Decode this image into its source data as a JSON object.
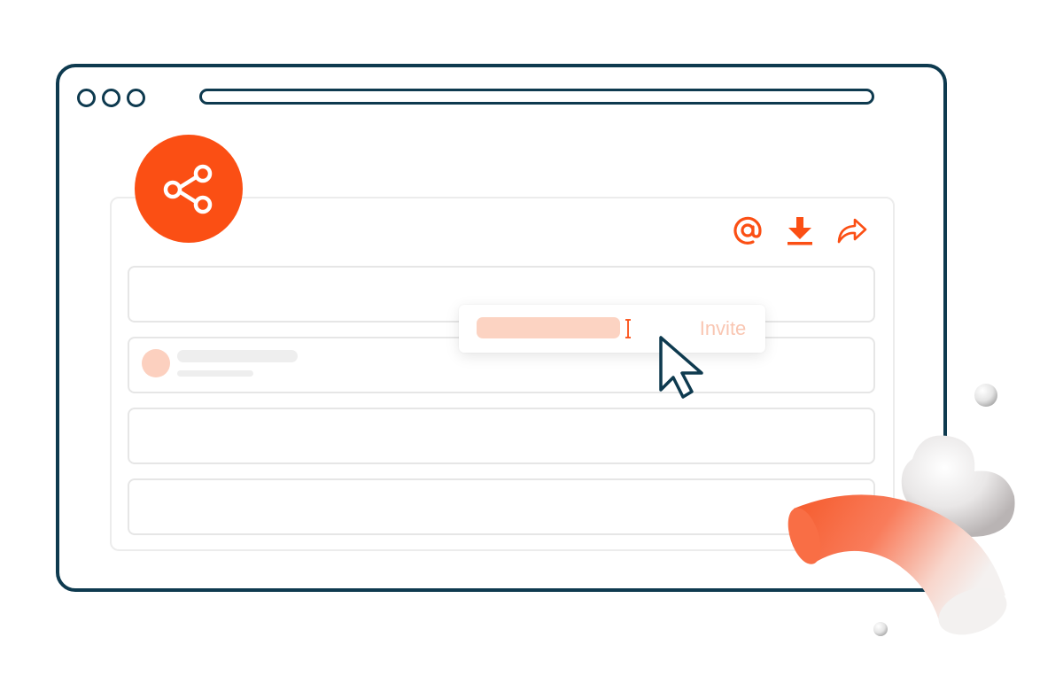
{
  "window": {
    "controls": [
      "dot",
      "dot",
      "dot"
    ]
  },
  "header": {
    "feature_icon": "share-nodes-icon",
    "tool_icons": [
      "at-sign-icon",
      "download-icon",
      "forward-arrow-icon"
    ]
  },
  "invite": {
    "button_label": "Invite"
  },
  "colors": {
    "brand": "#fb4f14",
    "frame": "#0e3a4f",
    "accent_light": "#fcd3c2",
    "row_border": "#e6e6e6"
  }
}
